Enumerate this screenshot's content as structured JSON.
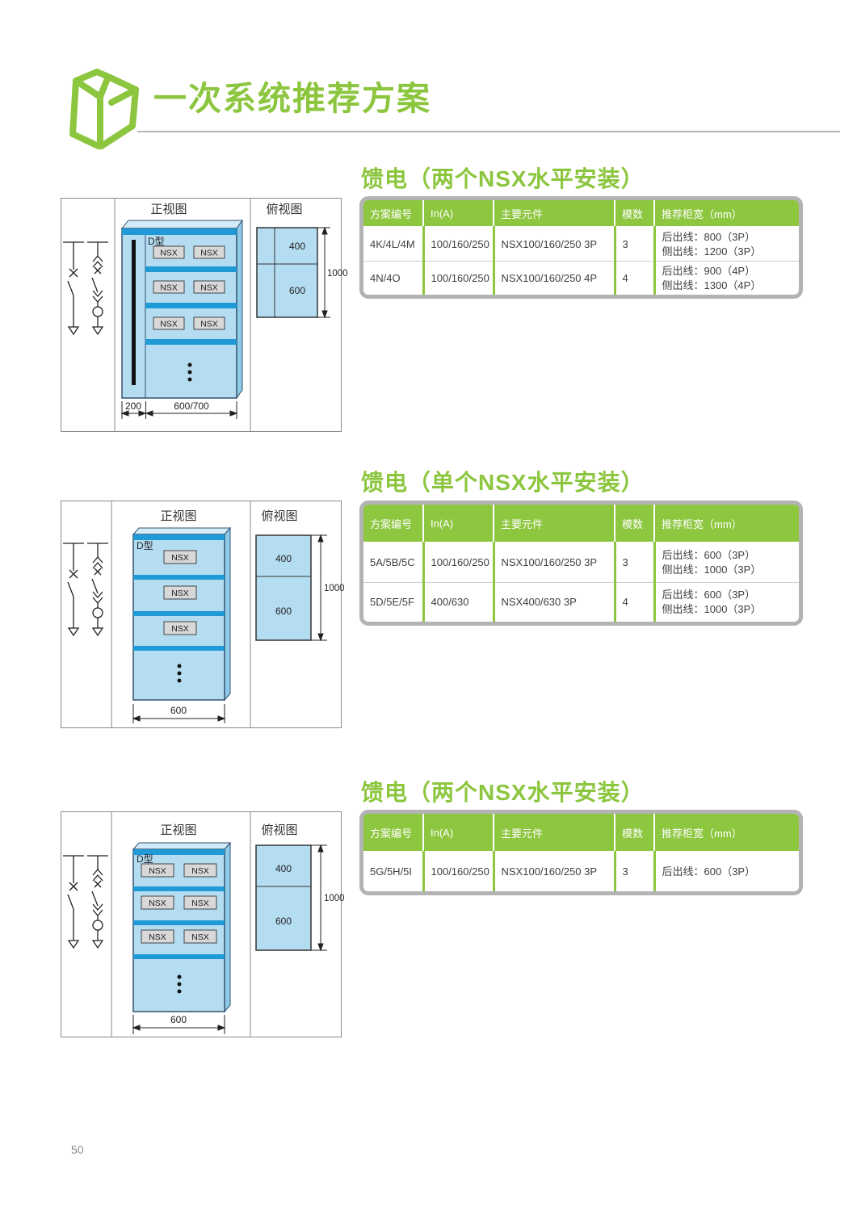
{
  "page_number": "50",
  "header": {
    "title": "一次系统推荐方案"
  },
  "labels": {
    "front_view": "正视图",
    "top_view": "俯视图",
    "d_type": "D型",
    "nsx": "NSX",
    "dim_200": "200",
    "dim_600_700": "600/700",
    "dim_400": "400",
    "dim_600": "600",
    "dim_1000": "1000"
  },
  "sections": [
    {
      "title": "馈电（两个NSX水平安装）",
      "table": {
        "headers": [
          "方案编号",
          "In(A)",
          "主要元件",
          "模数",
          "推荐柜宽（mm）"
        ],
        "rows": [
          {
            "scheme": "4K/4L/4M",
            "in_a": "100/160/250",
            "component": "NSX100/160/250 3P",
            "modules": "3",
            "width_line1": "后出线：800（3P）",
            "width_line2": "侧出线：1200（3P）"
          },
          {
            "scheme": "4N/4O",
            "in_a": "100/160/250",
            "component": "NSX100/160/250 4P",
            "modules": "4",
            "width_line1": "后出线：900（4P）",
            "width_line2": "侧出线：1300（4P）"
          }
        ]
      }
    },
    {
      "title": "馈电（单个NSX水平安装）",
      "table": {
        "headers": [
          "方案编号",
          "In(A)",
          "主要元件",
          "模数",
          "推荐柜宽（mm）"
        ],
        "rows": [
          {
            "scheme": "5A/5B/5C",
            "in_a": "100/160/250",
            "component": "NSX100/160/250 3P",
            "modules": "3",
            "width_line1": "后出线：600（3P）",
            "width_line2": "侧出线：1000（3P）"
          },
          {
            "scheme": "5D/5E/5F",
            "in_a": "400/630",
            "component": "NSX400/630 3P",
            "modules": "4",
            "width_line1": "后出线：600（3P）",
            "width_line2": "侧出线：1000（3P）"
          }
        ]
      }
    },
    {
      "title": "馈电（两个NSX水平安装）",
      "table": {
        "headers": [
          "方案编号",
          "In(A)",
          "主要元件",
          "模数",
          "推荐柜宽（mm）"
        ],
        "rows": [
          {
            "scheme": "5G/5H/5I",
            "in_a": "100/160/250",
            "component": "NSX100/160/250 3P",
            "modules": "3",
            "width_line1": "后出线：600（3P）",
            "width_line2": ""
          }
        ]
      }
    }
  ]
}
